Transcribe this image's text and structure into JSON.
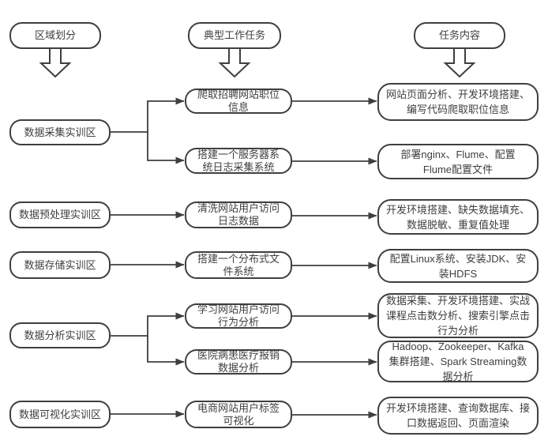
{
  "palette": {
    "line": "#3f3f3f",
    "text": "#3f3f3f",
    "background": "#ffffff"
  },
  "headers": [
    {
      "label": "区域划分"
    },
    {
      "label": "典型工作任务"
    },
    {
      "label": "任务内容"
    }
  ],
  "zones": [
    {
      "label": "数据采集实训区"
    },
    {
      "label": "数据预处理实训区"
    },
    {
      "label": "数据存储实训区"
    },
    {
      "label": "数据分析实训区"
    },
    {
      "label": "数据可视化实训区"
    }
  ],
  "tasks": [
    {
      "label": "爬取招聘网站职位\n信息"
    },
    {
      "label": "搭建一个服务器系\n统日志采集系统"
    },
    {
      "label": "清洗网站用户访问\n日志数据"
    },
    {
      "label": "搭建一个分布式文\n件系统"
    },
    {
      "label": "学习网站用户访问\n行为分析"
    },
    {
      "label": "医院病患医疗报销\n数据分析"
    },
    {
      "label": "电商网站用户标签\n可视化"
    }
  ],
  "contents": [
    {
      "label": "网站页面分析、开发环境搭建、\n编写代码爬取职位信息"
    },
    {
      "label": "部署nginx、Flume、配置\nFlume配置文件"
    },
    {
      "label": "开发环境搭建、缺失数据填充、\n数据脱敏、重复值处理"
    },
    {
      "label": "配置Linux系统、安装JDK、安\n装HDFS"
    },
    {
      "label": "数据采集、开发环境搭建、实战\n课程点击数分析、搜索引擎点击\n行为分析"
    },
    {
      "label": "Hadoop、Zookeeper、Kafka\n集群搭建、Spark Streaming数\n据分析"
    },
    {
      "label": "开发环境搭建、查询数据库、接\n口数据返回、页面渲染"
    }
  ]
}
